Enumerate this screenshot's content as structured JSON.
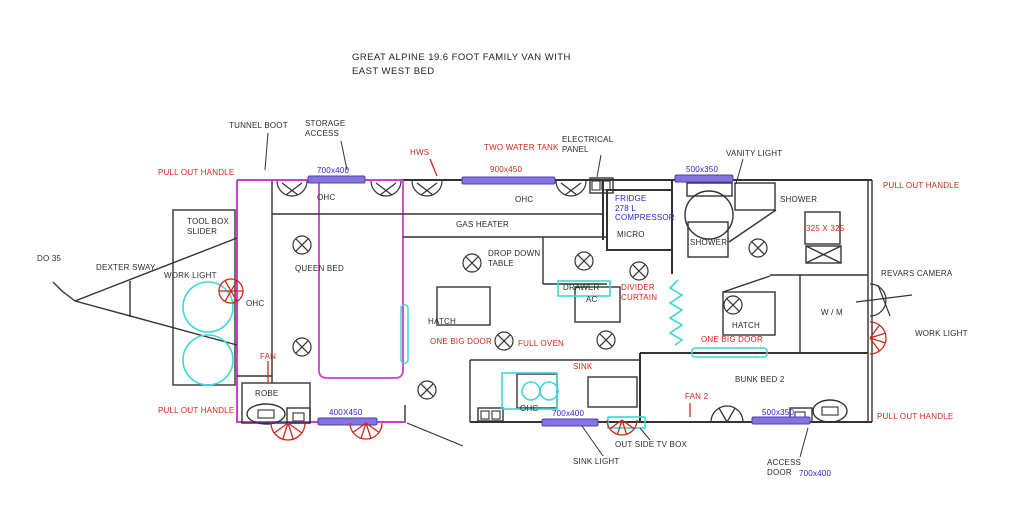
{
  "title": {
    "line1": "GREAT ALPINE 19.6 FOOT  FAMILY VAN WITH",
    "line2": "EAST WEST BED"
  },
  "colors": {
    "wall": "#333333",
    "slide_out": "#cc3fcc",
    "window_fill": "#8474dd",
    "window_stroke": "#4d3fb5",
    "accent_red": "#d02818",
    "accent_blue": "#2b22c8",
    "accent_cyan": "#3fd6d6"
  },
  "labels": {
    "tunnel_boot": "TUNNEL BOOT",
    "storage_access": "STORAGE\nACCESS",
    "pull_out_handle_tl": "PULL  OUT HANDLE",
    "pull_out_handle_tr": "PULL  OUT HANDLE",
    "pull_out_handle_bl": "PULL  OUT HANDLE",
    "pull_out_handle_br": "PULL  OUT HANDLE",
    "hws": "HWS",
    "two_water_tank": "TWO  WATER TANK",
    "electrical_panel": "ELECTRICAL\nPANEL",
    "window_top_left": "700x400",
    "window_top_mid": "900x450",
    "window_top_right": "500x350",
    "window_bottom_left": "400X450",
    "window_bottom_mid": "700x400",
    "window_bottom_right": "500x350",
    "vanity_light": "VANITY LIGHT",
    "fridge": "FRIDGE\n278 L\nCOMPRESSOR",
    "micro": "MICRO",
    "ohc_bed": "OHC",
    "ohc_mid": "OHC",
    "ohc_front": "OHC",
    "ohc_kitchen": "OHC",
    "gas_heater": "GAS HEATER",
    "shower_room": "SHOWER",
    "shower_tray": "SHOWER",
    "size_325": "325 X 325",
    "do35": "DO 35",
    "dexter_sway": "DEXTER SWAY",
    "tool_box_slider": "TOOL BOX\nSLIDER",
    "work_light_left": "WORK LIGHT",
    "work_light_right": "WORK LIGHT",
    "queen_bed": "QUEEN BED",
    "drop_down_table": "DROP  DOWN\nTABLE",
    "drawer": "DRAWER",
    "ac": "AC",
    "divider_curtain": "DIVIDER\nCURTAIN",
    "revars_camera": "REVARS CAMERA",
    "wm": "W / M",
    "hatch_left": "HATCH",
    "hatch_right": "HATCH",
    "one_big_door_left": "ONE BIG DOOR",
    "one_big_door_right": "ONE BIG DOOR",
    "full_oven": "FULL OVEN",
    "fan": "FAN",
    "fan2": "FAN 2",
    "robe": "ROBE",
    "sink": "SINK",
    "bunk_bed2": "BUNK BED 2",
    "out_side_tv_box": "OUT SIDE TV BOX",
    "sink_light": "SINK LIGHT",
    "access_door": "ACCESS\nDOOR",
    "access_door_size": "700x400"
  }
}
